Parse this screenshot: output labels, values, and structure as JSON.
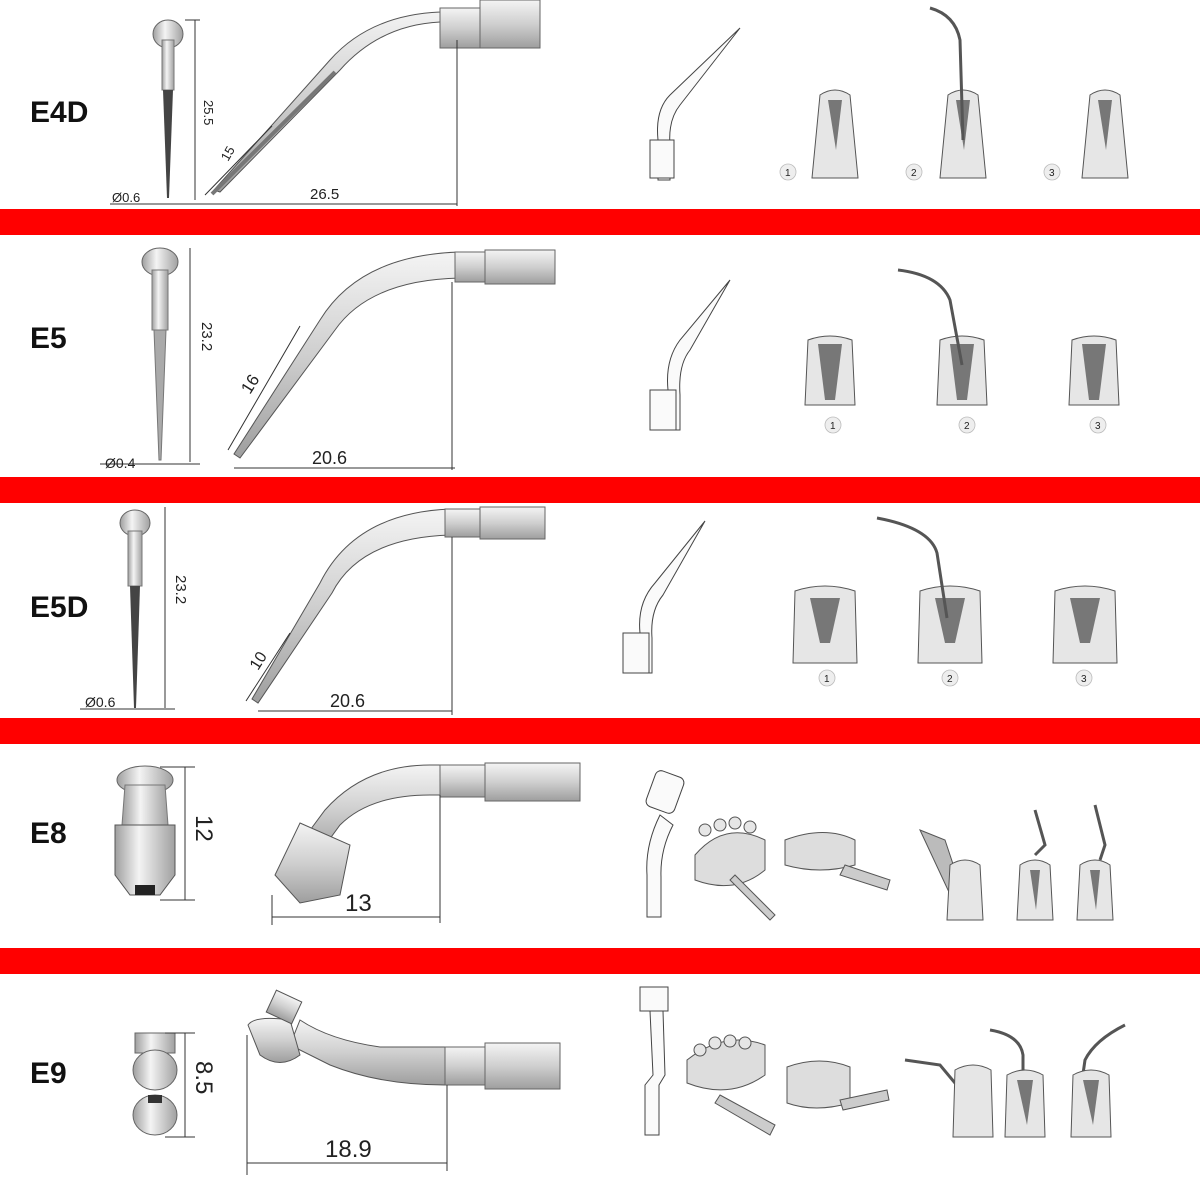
{
  "colors": {
    "separator": "#ff0000",
    "metal_light": "#f2f2f2",
    "metal_dark": "#a8a8a8"
  },
  "tips": [
    {
      "name": "E4D",
      "dims": {
        "height": "25.5",
        "length": "26.5",
        "tip_length": "15",
        "diameter": "Ø0.6"
      },
      "steps": [
        "1",
        "2",
        "3"
      ]
    },
    {
      "name": "E5",
      "dims": {
        "height": "23.2",
        "length": "20.6",
        "tip_length": "16",
        "diameter": "Ø0.4"
      },
      "steps": [
        "1",
        "2",
        "3"
      ]
    },
    {
      "name": "E5D",
      "dims": {
        "height": "23.2",
        "length": "20.6",
        "tip_length": "10",
        "diameter": "Ø0.6"
      },
      "steps": [
        "1",
        "2",
        "3"
      ]
    },
    {
      "name": "E8",
      "dims": {
        "height": "12",
        "length": "13"
      }
    },
    {
      "name": "E9",
      "dims": {
        "height": "8.5",
        "length": "18.9"
      }
    }
  ]
}
